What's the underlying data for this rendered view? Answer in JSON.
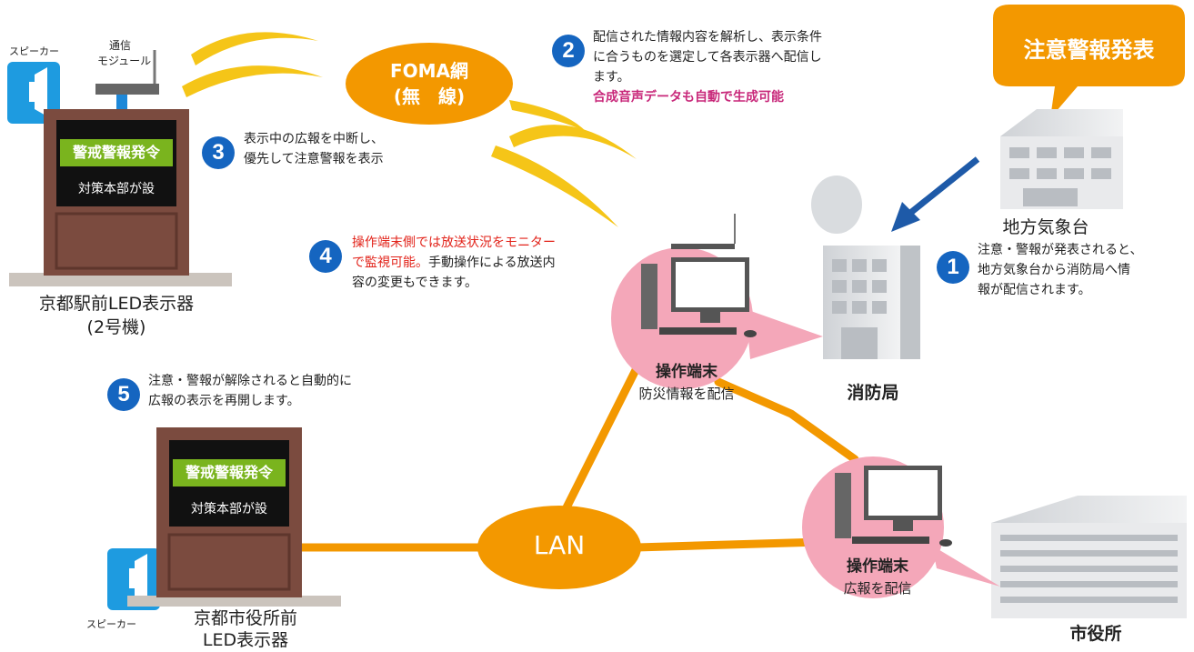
{
  "speakers": {
    "label_top": "スピーカー",
    "label_bottom": "スピーカー"
  },
  "comm_module": {
    "label_line1": "通信",
    "label_line2": "モジュール"
  },
  "foma": {
    "line1": "FOMA網",
    "line2": "(無　線)"
  },
  "lan": {
    "label": "LAN"
  },
  "alert_bubble": {
    "label": "注意警報発表"
  },
  "display_board": {
    "headline": "警戒警報発令",
    "subline": "対策本部が設"
  },
  "station_1": {
    "line1": "京都駅前LED表示器",
    "line2": "(2号機)"
  },
  "station_2": {
    "line1": "京都市役所前",
    "line2": "LED表示器"
  },
  "weather_office": {
    "label": "地方気象台"
  },
  "fire_dept": {
    "label": "消防局"
  },
  "city_hall": {
    "label": "市役所"
  },
  "terminal_fire": {
    "title": "操作端末",
    "subtitle": "防災情報を配信"
  },
  "terminal_city": {
    "title": "操作端末",
    "subtitle": "広報を配信"
  },
  "steps": {
    "s1": {
      "num": "1",
      "line1": "注意・警報が発表されると、",
      "line2": "地方気象台から消防局へ情",
      "line3": "報が配信されます。"
    },
    "s2": {
      "num": "2",
      "line1": "配信された情報内容を解析し、表示条件",
      "line2": "に合うものを選定して各表示器へ配信し",
      "line3": "ます。",
      "highlight": "合成音声データも自動で生成可能"
    },
    "s3": {
      "num": "3",
      "line1": "表示中の広報を中断し、",
      "line2": "優先して注意警報を表示"
    },
    "s4": {
      "num": "4",
      "red_line1": "操作端末側では放送状況をモニター",
      "red_line2": "で監視可能。",
      "line2_rest": "手動操作による放送内",
      "line3": "容の変更もできます。"
    },
    "s5": {
      "num": "5",
      "line1": "注意・警報が解除されると自動的に",
      "line2": "広報の表示を再開します。"
    }
  },
  "colors": {
    "orange": "#f39800",
    "step_blue": "#1565c0",
    "board_brown": "#7b4b3f",
    "board_green": "#7ab41e",
    "pink_circle": "#f4a7b9",
    "highlight_red": "#e2231a",
    "highlight_magenta": "#c8287a",
    "arrow_blue": "#1e5aa8",
    "wave_yellow": "#f5c518"
  }
}
